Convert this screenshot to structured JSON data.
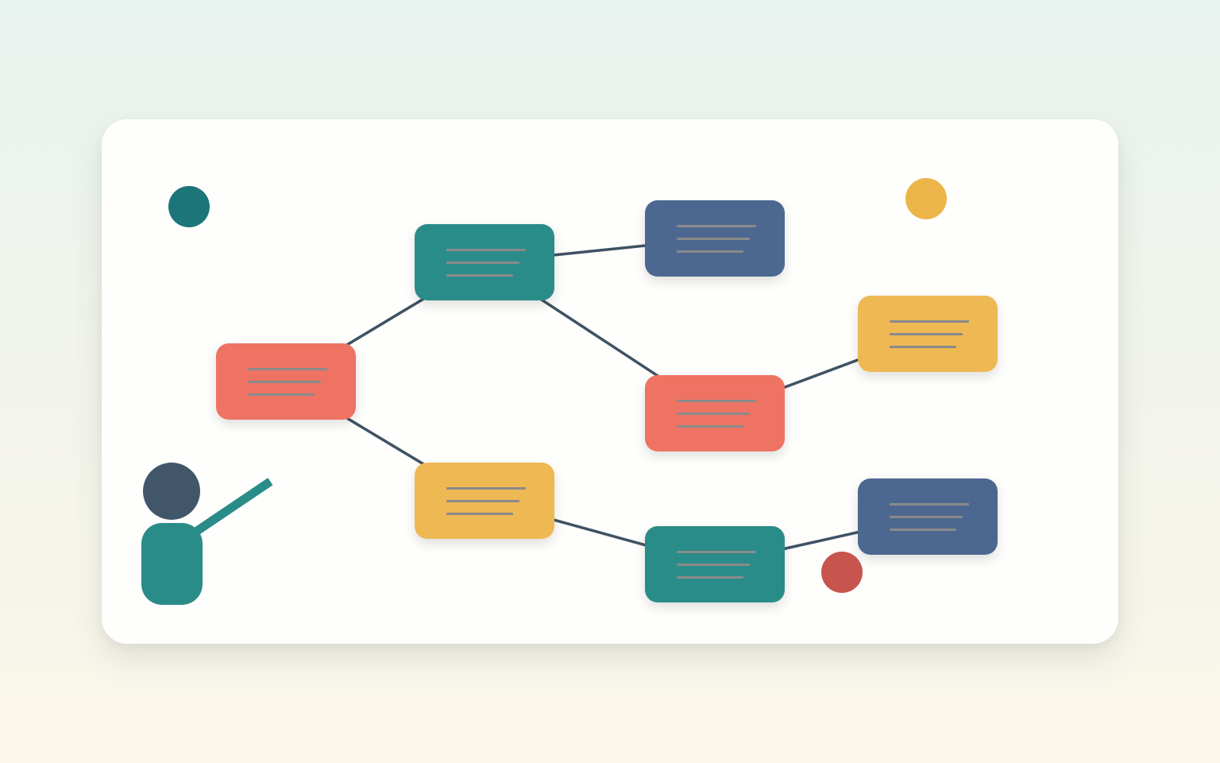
{
  "colors": {
    "teal": "#2a8c89",
    "navy": "#4d6890",
    "coral": "#ee7363",
    "amber": "#eeb852",
    "connector": "#3f5263",
    "text_line": "#8a8a8a",
    "dot_teal": "#1c7579",
    "dot_amber": "#ecb54a",
    "dot_red": "#c8544e",
    "person_head": "#42566a",
    "person_body": "#2a8c89"
  },
  "nodes": [
    {
      "id": "root",
      "color": "coral"
    },
    {
      "id": "upper-branch",
      "color": "teal"
    },
    {
      "id": "lower-branch",
      "color": "amber"
    },
    {
      "id": "upper-leaf",
      "color": "navy"
    },
    {
      "id": "middle-node",
      "color": "coral"
    },
    {
      "id": "middle-leaf",
      "color": "amber"
    },
    {
      "id": "lower-node",
      "color": "teal"
    },
    {
      "id": "lower-leaf",
      "color": "navy"
    }
  ],
  "edges": [
    [
      "root",
      "upper-branch"
    ],
    [
      "root",
      "lower-branch"
    ],
    [
      "upper-branch",
      "upper-leaf"
    ],
    [
      "upper-branch",
      "middle-node"
    ],
    [
      "middle-node",
      "middle-leaf"
    ],
    [
      "lower-branch",
      "lower-node"
    ],
    [
      "lower-node",
      "lower-leaf"
    ]
  ],
  "decorations": [
    {
      "name": "teal-dot",
      "color": "dot_teal"
    },
    {
      "name": "amber-dot",
      "color": "dot_amber"
    },
    {
      "name": "red-dot",
      "color": "dot_red"
    }
  ],
  "presenter": {
    "icon": "presenter-figure-icon"
  }
}
